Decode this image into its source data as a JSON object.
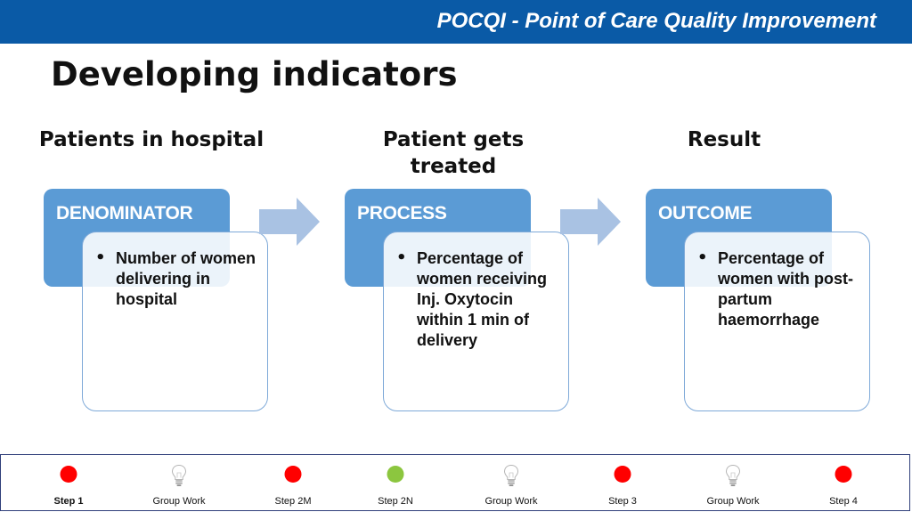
{
  "header": {
    "banner_title": "POCQI - Point of Care Quality Improvement"
  },
  "page": {
    "title": "Developing indicators"
  },
  "columns": [
    {
      "heading": "Patients in hospital",
      "box_label": "DENOMINATOR",
      "bullet": "Number of women delivering in hospital"
    },
    {
      "heading": "Patient gets treated",
      "box_label": "PROCESS",
      "bullet": "Percentage of women receiving Inj. Oxytocin within 1 min of delivery"
    },
    {
      "heading": "Result",
      "box_label": "OUTCOME",
      "bullet": "Percentage of women with post-partum haemorrhage"
    }
  ],
  "colors": {
    "banner": "#0a5aa6",
    "box_header": "#5b9bd5",
    "arrow": "#a9c2e3",
    "status_red": "#ff0000",
    "status_green": "#8cc63f"
  },
  "steps": [
    {
      "label": "Step 1",
      "icon": "red-dot",
      "active": true
    },
    {
      "label": "Group Work",
      "icon": "lightbulb-icon",
      "active": false
    },
    {
      "label": "Step 2M",
      "icon": "red-dot",
      "active": false
    },
    {
      "label": "Step 2N",
      "icon": "green-dot",
      "active": false
    },
    {
      "label": "Group Work",
      "icon": "lightbulb-icon",
      "active": false
    },
    {
      "label": "Step 3",
      "icon": "red-dot",
      "active": false
    },
    {
      "label": "Group Work",
      "icon": "lightbulb-icon",
      "active": false
    },
    {
      "label": "Step 4",
      "icon": "red-dot",
      "active": false
    }
  ]
}
